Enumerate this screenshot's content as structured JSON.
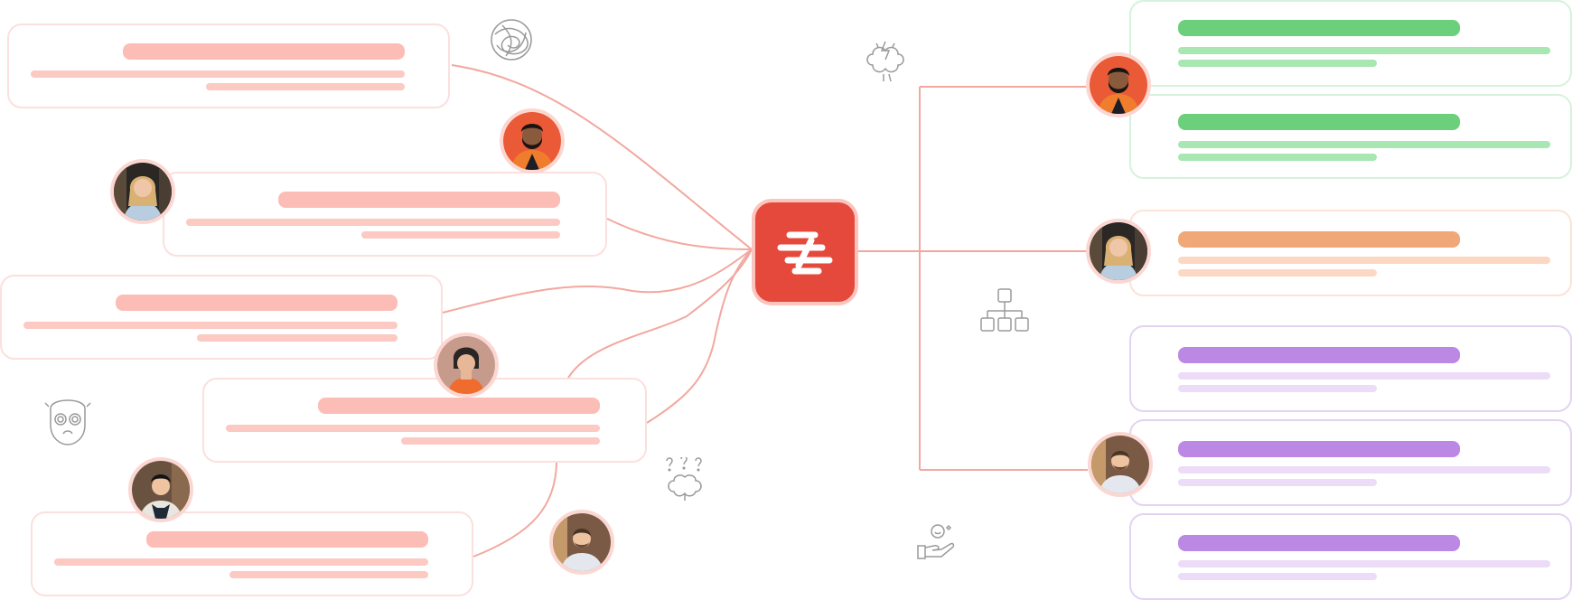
{
  "colors": {
    "hub": "#e5493c",
    "connector": "#f2a89f",
    "card_red": "#fcbdb6",
    "card_green": "#6bcf7c",
    "card_orange": "#f0a878",
    "card_purple": "#bb88e3",
    "doodle": "#9a9a9a"
  },
  "hub": {
    "icon": "zendesk-style-logo-icon"
  },
  "left_cards": [
    {
      "id": "left-card-1",
      "style": "red"
    },
    {
      "id": "left-card-2",
      "style": "red"
    },
    {
      "id": "left-card-3",
      "style": "red"
    },
    {
      "id": "left-card-4",
      "style": "red"
    },
    {
      "id": "left-card-5",
      "style": "red"
    }
  ],
  "right_cards": [
    {
      "id": "right-card-1",
      "style": "green"
    },
    {
      "id": "right-card-2",
      "style": "green"
    },
    {
      "id": "right-card-3",
      "style": "orange"
    },
    {
      "id": "right-card-4",
      "style": "purple"
    },
    {
      "id": "right-card-5",
      "style": "purple"
    },
    {
      "id": "right-card-6",
      "style": "purple"
    }
  ],
  "avatars": [
    {
      "id": "avatar-bearded-man-orange-jacket",
      "icon": "person-photo"
    },
    {
      "id": "avatar-blonde-woman",
      "icon": "person-photo"
    },
    {
      "id": "avatar-older-woman",
      "icon": "person-photo"
    },
    {
      "id": "avatar-man-apron",
      "icon": "person-photo"
    },
    {
      "id": "avatar-smiling-man",
      "icon": "person-photo"
    }
  ],
  "doodles": [
    "tangled-yarn-icon",
    "brain-lightning-icon",
    "dizzy-face-icon",
    "confused-brain-icon",
    "org-chart-icon",
    "helping-hand-icon"
  ]
}
